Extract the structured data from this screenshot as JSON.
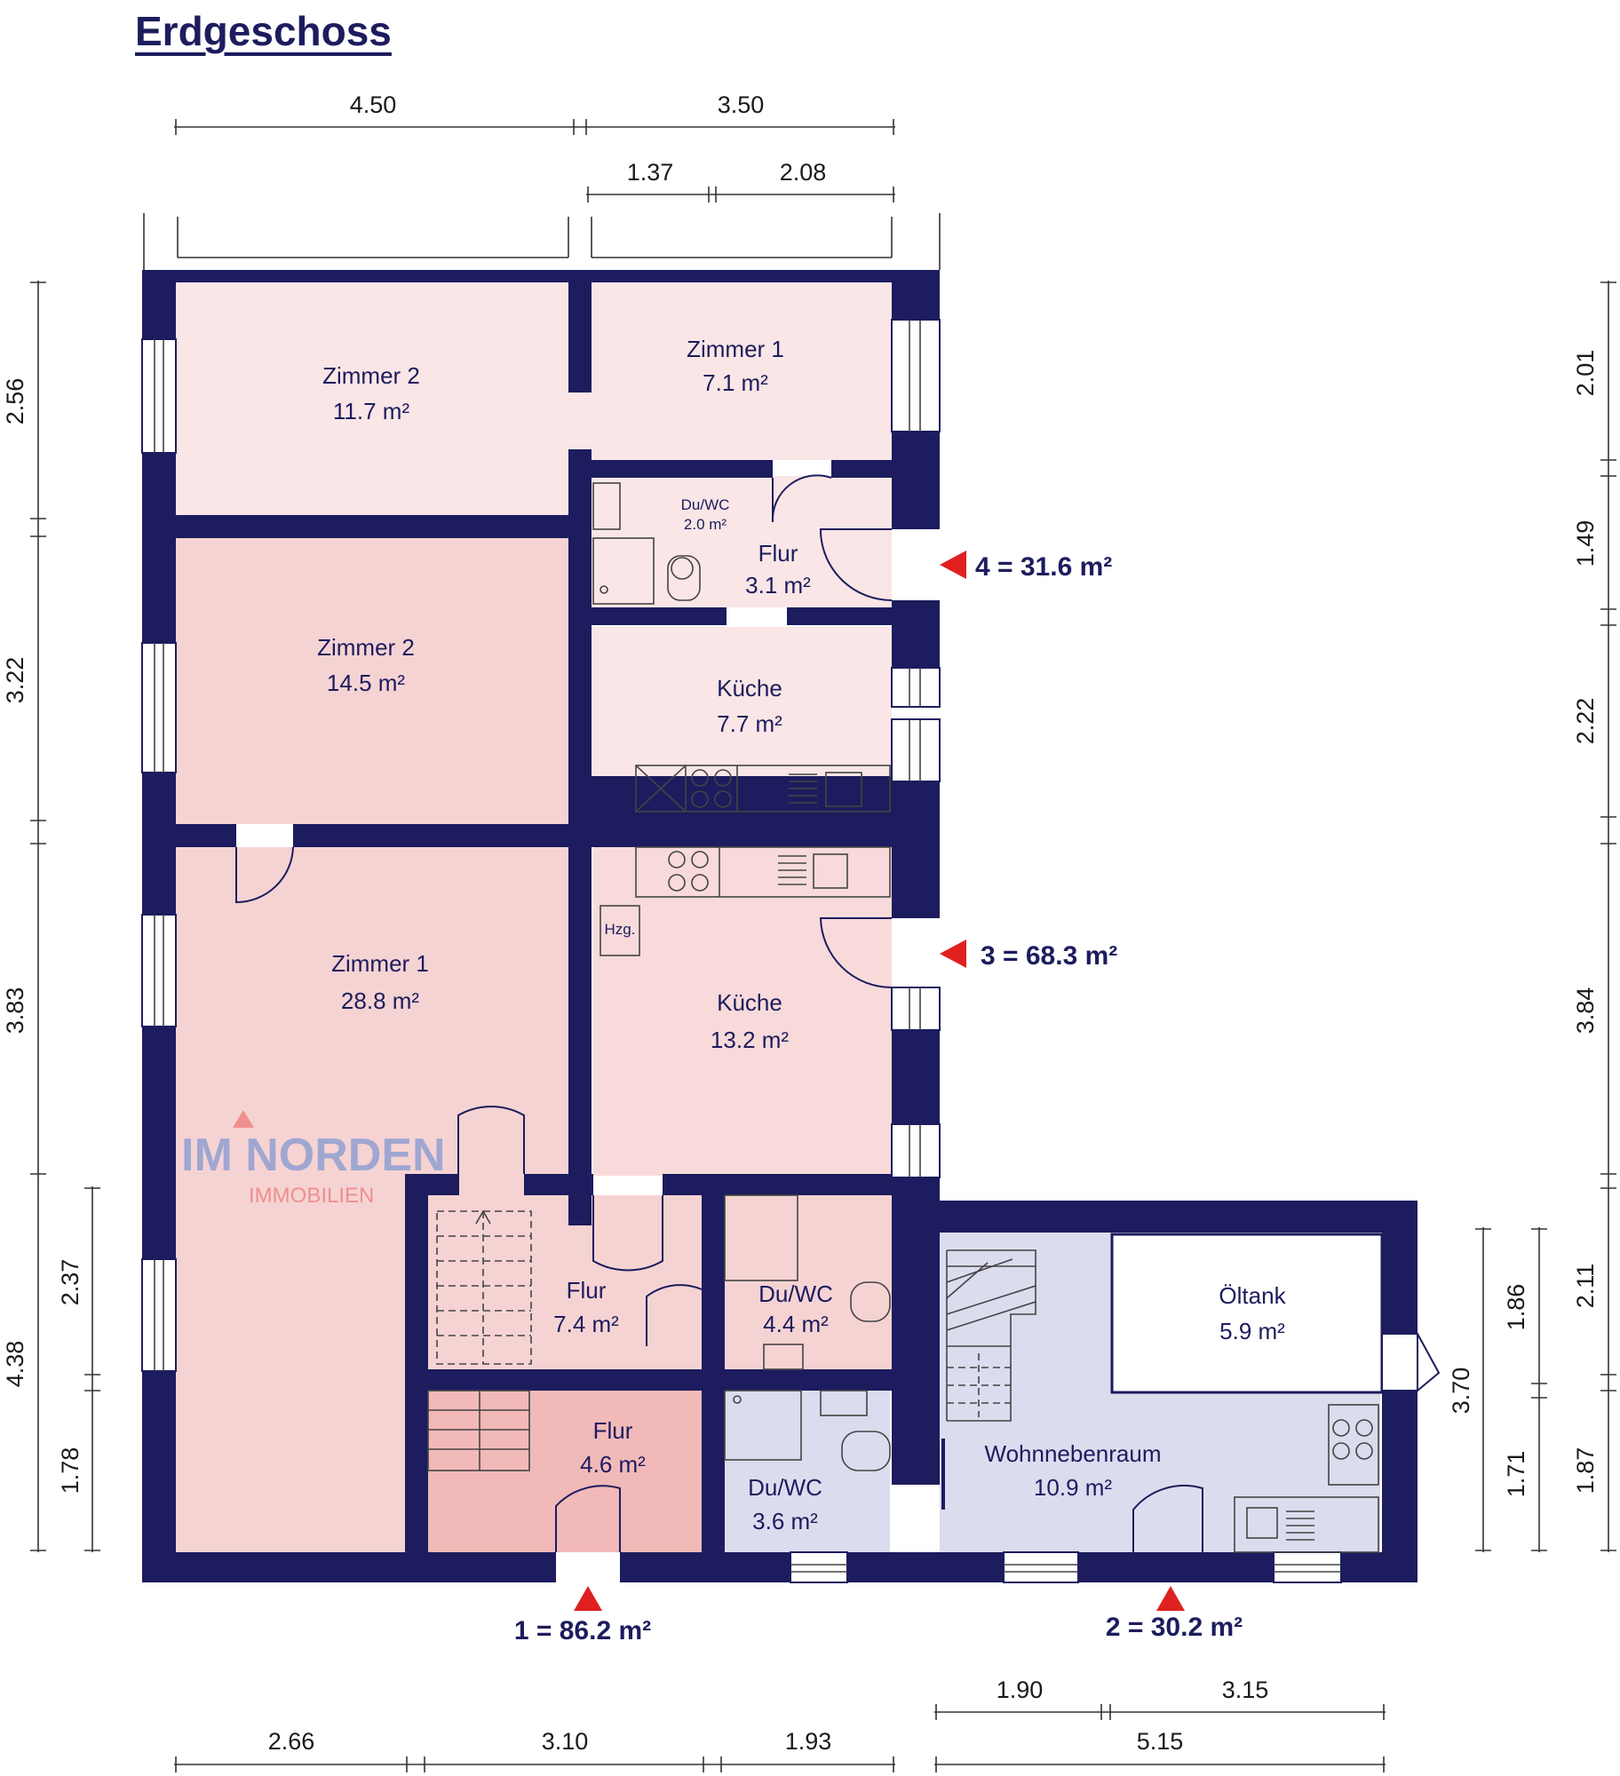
{
  "title": "Erdgeschoss",
  "dimensions": {
    "top_outer": [
      "4.50",
      "3.50"
    ],
    "top_inner": [
      "1.37",
      "2.08"
    ],
    "left_outer": [
      "2.56",
      "3.22",
      "3.83",
      "4.38"
    ],
    "left_inner": [
      "2.37",
      "1.78"
    ],
    "right_outer": [
      "2.01",
      "1.49",
      "2.22",
      "3.84"
    ],
    "right_annex_outer": [
      "2.11",
      "1.87"
    ],
    "right_annex_mid": [
      "1.86",
      "1.71"
    ],
    "right_annex_inner": "3.70",
    "bottom_upper": [
      "1.90",
      "3.15"
    ],
    "bottom_lower": [
      "2.66",
      "3.10",
      "1.93",
      "5.15"
    ]
  },
  "rooms": [
    {
      "name": "Zimmer 2",
      "area": "11.7 m²"
    },
    {
      "name": "Zimmer 1",
      "area": "7.1 m²"
    },
    {
      "name": "Du/WC",
      "area": "2.0 m²"
    },
    {
      "name": "Flur",
      "area": "3.1 m²"
    },
    {
      "name": "Zimmer 2",
      "area": "14.5 m²"
    },
    {
      "name": "Küche",
      "area": "7.7 m²"
    },
    {
      "name": "Zimmer 1",
      "area": "28.8 m²"
    },
    {
      "name": "Küche",
      "area": "13.2 m²"
    },
    {
      "name": "Flur",
      "area": "7.4 m²"
    },
    {
      "name": "Du/WC",
      "area": "4.4 m²"
    },
    {
      "name": "Flur",
      "area": "4.6 m²"
    },
    {
      "name": "Du/WC",
      "area": "3.6 m²"
    },
    {
      "name": "Wohnnebenraum",
      "area": "10.9 m²"
    },
    {
      "name": "Öltank",
      "area": "5.9 m²"
    }
  ],
  "labels": {
    "heating": "Hzg."
  },
  "units": [
    {
      "label": "1 = 86.2 m²"
    },
    {
      "label": "2 = 30.2 m²"
    },
    {
      "label": "3 = 68.3 m²"
    },
    {
      "label": "4 = 31.6 m²"
    }
  ],
  "logo": {
    "line1": "IM NORDEN",
    "line2": "IMMOBILIEN"
  },
  "colors": {
    "wall": "#1c1c5e",
    "unit1": "#f6d3d3",
    "unit1_flur": "#f2b9b9",
    "unit2": "#dcdcef",
    "unit3": "#f8dada",
    "unit4": "#fae6e6",
    "marker": "#e02020"
  }
}
